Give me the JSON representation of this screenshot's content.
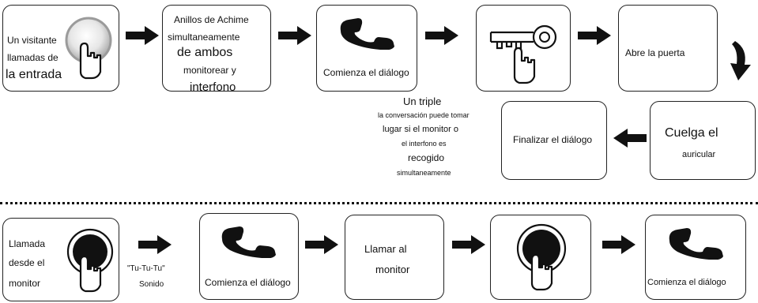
{
  "top_row": {
    "visitor": [
      "Un visitante",
      "llamadas de",
      "la entrada"
    ],
    "rings": [
      "Anillos de Achime",
      "simultaneamente",
      "de ambos",
      "monitorear y",
      "interfono"
    ],
    "dialog1": "Comienza el diálogo",
    "open_door": "Abre la puerta"
  },
  "middle": {
    "triple": [
      "Un triple",
      "la conversación puede tomar",
      "lugar si el monitor o",
      "el interfono es",
      "recogido",
      "simultaneamente"
    ],
    "end_dialog": "Finalizar el diálogo",
    "hang_up": [
      "Cuelga el",
      "auricular"
    ]
  },
  "bottom_row": {
    "monitor_call": [
      "Llamada",
      "desde el",
      "monitor"
    ],
    "sound": [
      "\"Tu-Tu-Tu\"",
      "Sonido"
    ],
    "dialog2": "Comienza el diálogo",
    "call_monitor": [
      "Llamar al",
      "monitor"
    ],
    "dialog3": "Comienza el diálogo"
  },
  "colors": {
    "line": "#222222",
    "handset": "#111111",
    "button_glow": "#c7c7c7"
  }
}
